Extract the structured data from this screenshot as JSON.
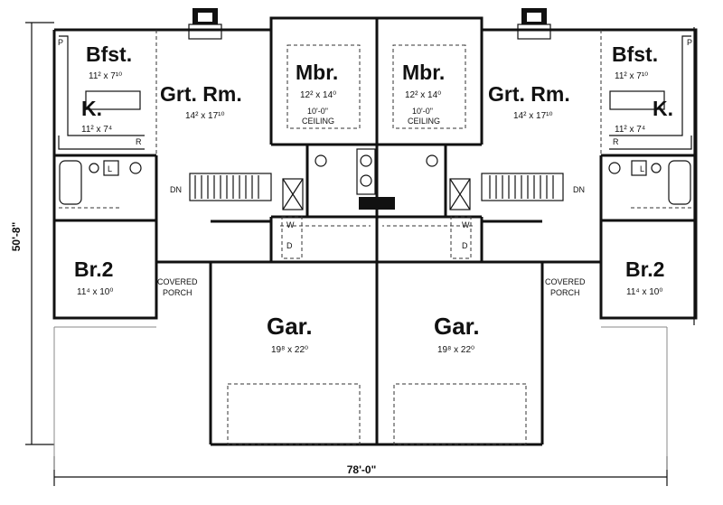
{
  "overall_dims": {
    "depth": "50'-8\"",
    "width": "78'-0\""
  },
  "units": [
    {
      "bfst": {
        "name": "Bfst.",
        "dim": "11² x 7¹⁰"
      },
      "kitchen": {
        "name": "K.",
        "dim": "11² x 7⁴"
      },
      "great_room": {
        "name": "Grt. Rm.",
        "dim": "14² x 17¹⁰"
      },
      "master": {
        "name": "Mbr.",
        "dim": "12² x 14⁰",
        "ceiling": [
          "10'-0\"",
          "CEILING"
        ]
      },
      "bedroom2": {
        "name": "Br.2",
        "dim": "11⁴ x 10⁰"
      },
      "garage": {
        "name": "Gar.",
        "dim": "19⁸ x 22⁰"
      },
      "porch": [
        "COVERED",
        "PORCH"
      ],
      "stair_label": "DN",
      "pantry": "P",
      "range": "R",
      "laundry": "L",
      "washer": "W",
      "dryer": "D"
    },
    {
      "bfst": {
        "name": "Bfst.",
        "dim": "11² x 7¹⁰"
      },
      "kitchen": {
        "name": "K.",
        "dim": "11² x 7⁴"
      },
      "great_room": {
        "name": "Grt. Rm.",
        "dim": "14² x 17¹⁰"
      },
      "master": {
        "name": "Mbr.",
        "dim": "12² x 14⁰",
        "ceiling": [
          "10'-0\"",
          "CEILING"
        ]
      },
      "bedroom2": {
        "name": "Br.2",
        "dim": "11⁴ x 10⁰"
      },
      "garage": {
        "name": "Gar.",
        "dim": "19⁸ x 22⁰"
      },
      "porch": [
        "COVERED",
        "PORCH"
      ],
      "stair_label": "DN",
      "pantry": "P",
      "range": "R",
      "laundry": "L",
      "washer": "W",
      "dryer": "D"
    }
  ]
}
